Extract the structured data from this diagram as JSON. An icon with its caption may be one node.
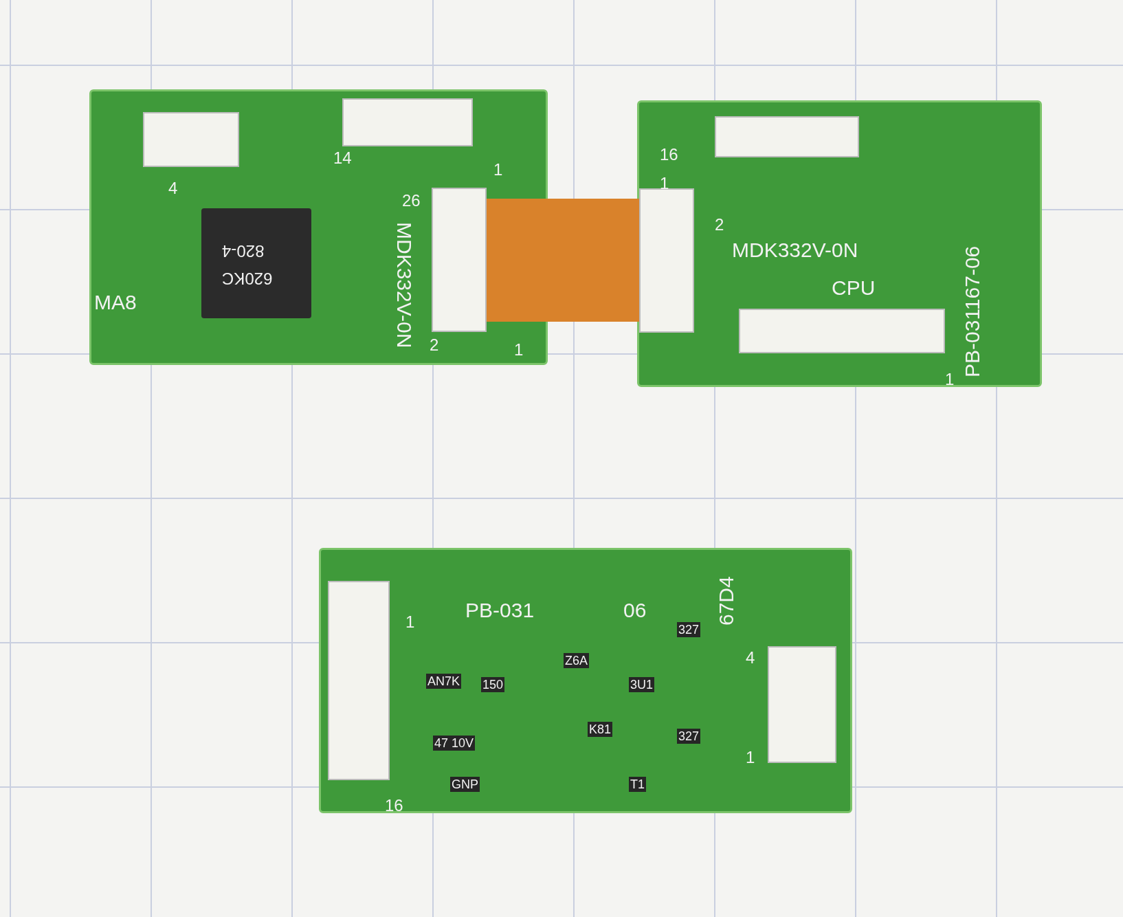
{
  "diagram": {
    "nodes": [
      {
        "text": [
          "MA8",
          "MDK332V-0N"
        ]
      },
      {
        "text": [
          "820-4",
          "620KC"
        ],
        "in": 0
      },
      {
        "text": [
          "MDK332V-0N",
          "CPU",
          "PB-031167-06"
        ]
      },
      {
        "text": [
          "PB-031",
          "06",
          "67D4"
        ]
      },
      {
        "text": [],
        "shape": "box",
        "in": 0
      },
      {
        "text": [],
        "shape": "box",
        "in": 0
      },
      {
        "text": [],
        "shape": "box",
        "in": 0
      },
      {
        "text": [],
        "shape": "box",
        "in": 2
      },
      {
        "text": [],
        "shape": "box",
        "in": 2
      },
      {
        "text": [],
        "shape": "box",
        "in": 2
      },
      {
        "text": [],
        "shape": "box",
        "in": 3
      },
      {
        "text": [],
        "shape": "box",
        "in": 3
      }
    ],
    "edges": [
      {
        "from": 6,
        "to": 8,
        "arrow": "none"
      }
    ],
    "labels": [
      "4",
      "14",
      "1",
      "26",
      "2",
      "1",
      "16",
      "1",
      "2",
      "1",
      "1",
      "AN7K",
      "150",
      "Z6A",
      "3U1",
      "327",
      "K81",
      "47 10V",
      "327",
      "T1",
      "GNP",
      "4",
      "1",
      "16"
    ]
  }
}
